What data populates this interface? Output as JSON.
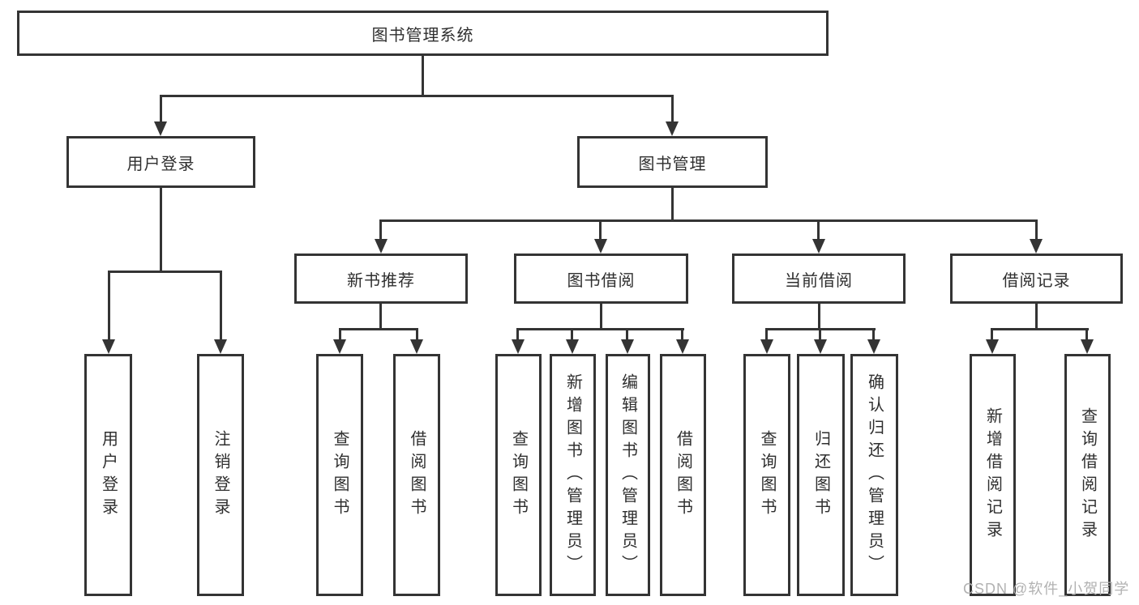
{
  "colors": {
    "line": "#343434",
    "text": "#2f2f2f",
    "background": "#ffffff",
    "watermark": "#b2b2b2"
  },
  "watermark": {
    "text": "CSDN @软件_小贺同学"
  },
  "tree": {
    "label": "图书管理系统",
    "children": [
      {
        "label": "用户登录",
        "children": [
          {
            "label": "用户登录"
          },
          {
            "label": "注销登录"
          }
        ]
      },
      {
        "label": "图书管理",
        "children": [
          {
            "label": "新书推荐",
            "children": [
              {
                "label": "查询图书"
              },
              {
                "label": "借阅图书"
              }
            ]
          },
          {
            "label": "图书借阅",
            "children": [
              {
                "label": "查询图书"
              },
              {
                "label": "新增图书（管理员）"
              },
              {
                "label": "编辑图书（管理员）"
              },
              {
                "label": "借阅图书"
              }
            ]
          },
          {
            "label": "当前借阅",
            "children": [
              {
                "label": "查询图书"
              },
              {
                "label": "归还图书"
              },
              {
                "label": "确认归还（管理员）"
              }
            ]
          },
          {
            "label": "借阅记录",
            "children": [
              {
                "label": "新增借阅记录"
              },
              {
                "label": "查询借阅记录"
              }
            ]
          }
        ]
      }
    ]
  }
}
